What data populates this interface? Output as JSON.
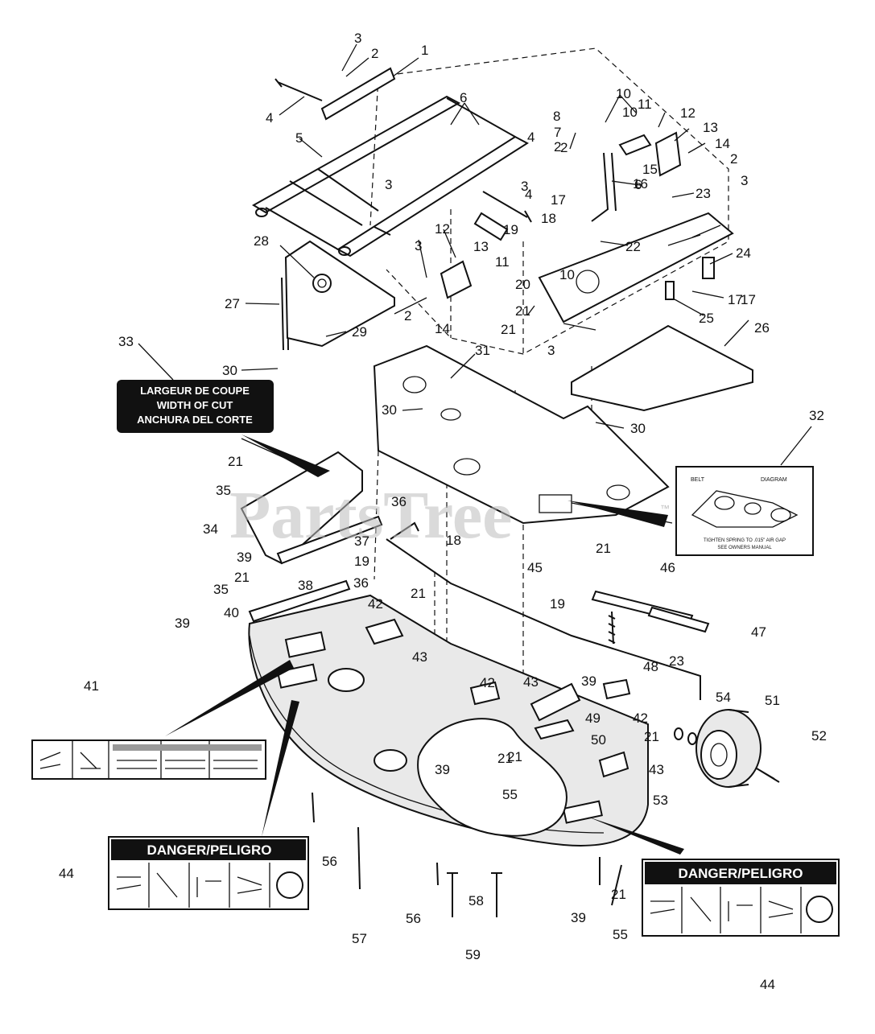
{
  "watermark": "PartsTree",
  "trademark": "™",
  "width_of_cut_decal": {
    "line1": "LARGEUR DE COUPE",
    "line2": "WIDTH OF CUT",
    "line3": "ANCHURA DEL CORTE"
  },
  "belt_diagram_decal": {
    "title_left": "BELT",
    "title_right": "DIAGRAM",
    "note1": "TIGHTEN SPRING TO .015\" AIR GAP",
    "note2": "SEE OWNERS MANUAL"
  },
  "danger_decal_left": {
    "text": "DANGER/PELIGRO"
  },
  "danger_decal_right": {
    "text": "DANGER/PELIGRO"
  },
  "callouts": [
    "1",
    "2",
    "3",
    "4",
    "5",
    "6",
    "7",
    "8",
    "10",
    "11",
    "12",
    "13",
    "14",
    "2",
    "3",
    "15",
    "16",
    "17",
    "18",
    "19",
    "20",
    "21",
    "22",
    "23",
    "24",
    "17",
    "25",
    "26",
    "27",
    "28",
    "29",
    "30",
    "31",
    "30",
    "30",
    "32",
    "33",
    "21",
    "35",
    "34",
    "36",
    "37",
    "19",
    "39",
    "38",
    "18",
    "21",
    "35",
    "36",
    "40",
    "39",
    "42",
    "21",
    "43",
    "45",
    "46",
    "47",
    "48",
    "19",
    "21",
    "42",
    "43",
    "39",
    "49",
    "50",
    "21",
    "23",
    "54",
    "51",
    "52",
    "42",
    "21",
    "43",
    "53",
    "41",
    "44",
    "56",
    "57",
    "56",
    "58",
    "59",
    "39",
    "55",
    "44",
    "3",
    "2",
    "4",
    "12",
    "13",
    "3",
    "11",
    "2",
    "14",
    "21",
    "3",
    "4",
    "10",
    "10",
    "6",
    "3",
    "2",
    "21",
    "39",
    "55",
    "21",
    "17"
  ]
}
